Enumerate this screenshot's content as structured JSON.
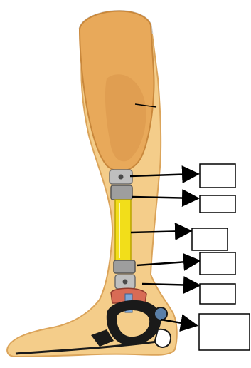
{
  "diagram": {
    "colors": {
      "skin": "#f4cd8a",
      "skin_outline": "#dba45a",
      "socket": "#e8a95a",
      "socket_outline": "#c9883c",
      "socket_rim": "#cfcfcf",
      "pylon": "#f2de1a",
      "pylon_dark": "#b9a400",
      "connector": "#bfbfbf",
      "connector_dark": "#6d6d6d",
      "ankle_red": "#d86b55",
      "clamp_black": "#1a1a1a",
      "arrow": "#000000",
      "box_border": "#000000"
    },
    "labels": [
      {
        "id": "label-1",
        "text": ""
      },
      {
        "id": "label-2",
        "text": ""
      },
      {
        "id": "label-3",
        "text": ""
      },
      {
        "id": "label-4",
        "text": ""
      },
      {
        "id": "label-5",
        "text": ""
      },
      {
        "id": "label-6",
        "text": ""
      }
    ]
  }
}
